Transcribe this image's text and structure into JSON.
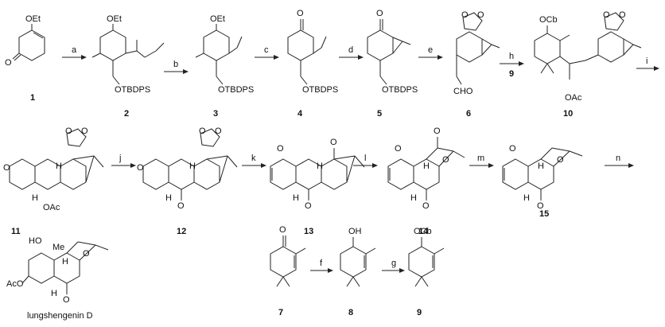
{
  "title": "",
  "compounds": [
    {
      "id": "1",
      "substituents": [
        "OEt"
      ]
    },
    {
      "id": "2",
      "substituents": [
        "OEt",
        "OTBDPS"
      ]
    },
    {
      "id": "3",
      "substituents": [
        "OEt",
        "OTBDPS"
      ]
    },
    {
      "id": "4",
      "substituents": [
        "OTBDPS"
      ]
    },
    {
      "id": "5",
      "substituents": [
        "OTBDPS"
      ]
    },
    {
      "id": "6",
      "substituents": [
        "CHO"
      ]
    },
    {
      "id": "10",
      "substituents": [
        "OCb",
        "OAc"
      ]
    },
    {
      "id": "11",
      "substituents": [
        "H",
        "H",
        "OAc"
      ]
    },
    {
      "id": "12",
      "substituents": [
        "H",
        "H"
      ]
    },
    {
      "id": "13",
      "substituents": [
        "H",
        "H"
      ]
    },
    {
      "id": "14",
      "substituents": [
        "H",
        "H"
      ]
    },
    {
      "id": "15",
      "substituents": [
        "H",
        "H"
      ]
    },
    {
      "id": "lungshengenin D",
      "substituents": [
        "HO",
        "Me",
        "H",
        "H",
        "AcO"
      ]
    },
    {
      "id": "7",
      "substituents": []
    },
    {
      "id": "8",
      "substituents": [
        "OH"
      ]
    },
    {
      "id": "9",
      "substituents": [
        "OCb"
      ]
    }
  ],
  "steps": [
    {
      "label": "a",
      "reagent_below": ""
    },
    {
      "label": "b",
      "reagent_below": ""
    },
    {
      "label": "c",
      "reagent_below": ""
    },
    {
      "label": "d",
      "reagent_below": ""
    },
    {
      "label": "e",
      "reagent_below": ""
    },
    {
      "label": "h",
      "reagent_below": "9"
    },
    {
      "label": "i",
      "reagent_below": ""
    },
    {
      "label": "j",
      "reagent_below": ""
    },
    {
      "label": "k",
      "reagent_below": ""
    },
    {
      "label": "l",
      "reagent_below": ""
    },
    {
      "label": "m",
      "reagent_below": ""
    },
    {
      "label": "n",
      "reagent_below": ""
    },
    {
      "label": "f",
      "reagent_below": ""
    },
    {
      "label": "g",
      "reagent_below": ""
    }
  ]
}
